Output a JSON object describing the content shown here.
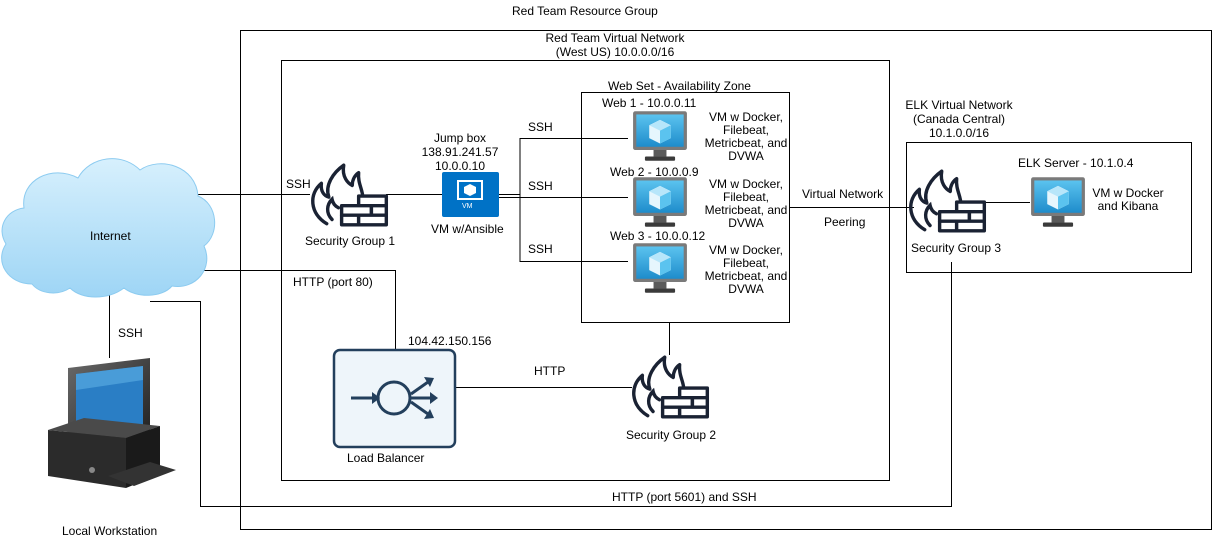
{
  "resource_group": {
    "title": "Red Team Resource Group"
  },
  "vnet": {
    "title_line1": "Red Team Virtual Network",
    "title_line2": "(West US) 10.0.0.0/16"
  },
  "web_set": {
    "title": "Web Set - Availability Zone"
  },
  "elk_vnet": {
    "title_line1": "ELK Virtual Network",
    "title_line2": "(Canada Central)",
    "title_line3": "10.1.0.0/16"
  },
  "internet": {
    "label": "Internet"
  },
  "workstation": {
    "label": "Local Workstation"
  },
  "jump_box": {
    "line1": "Jump box",
    "line2": "138.91.241.57",
    "line3": "10.0.0.10",
    "caption": "VM w/Ansible",
    "badge": "VM"
  },
  "security_groups": {
    "sg1": "Security Group 1",
    "sg2": "Security Group 2",
    "sg3": "Security Group 3"
  },
  "web_vms": [
    {
      "name": "Web 1 - 10.0.0.11",
      "desc": "VM w Docker,\nFilebeat,\nMetricbeat, and\nDVWA"
    },
    {
      "name": "Web 2 - 10.0.0.9",
      "desc": "VM w Docker,\nFilebeat,\nMetricbeat, and\nDVWA"
    },
    {
      "name": "Web 3 - 10.0.0.12",
      "desc": "VM w Docker,\nFilebeat,\nMetricbeat, and\nDVWA"
    }
  ],
  "elk_server": {
    "name": "ELK Server - 10.1.0.4",
    "desc": "VM w Docker\nand Kibana"
  },
  "load_balancer": {
    "ip": "104.42.150.156",
    "label": "Load Balancer"
  },
  "edges": {
    "internet_sg1": "SSH",
    "web1": "SSH",
    "web2": "SSH",
    "web3": "SSH",
    "http80": "HTTP (port 80)",
    "lb_sg2": "HTTP",
    "workstation_ssh": "SSH",
    "peering_line1": "Virtual Network",
    "peering_line2": "Peering",
    "kibana": "HTTP (port 5601) and SSH"
  },
  "colors": {
    "vm_blue": "#0072C6",
    "vm_light": "#83D1F0",
    "vm_dark": "#1E5A9A",
    "line": "#000000",
    "cloud": "#B9E3FA",
    "lb_border": "#233F5C"
  }
}
